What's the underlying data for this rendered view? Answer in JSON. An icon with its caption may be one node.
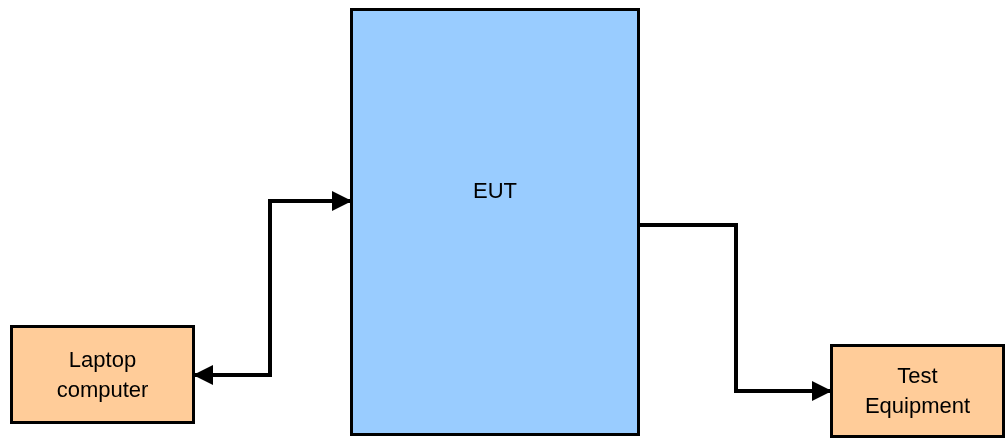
{
  "diagram": {
    "nodes": [
      {
        "text": [
          "EUT"
        ]
      },
      {
        "text": [
          "Laptop computer"
        ]
      },
      {
        "text": [
          "Test Equipment"
        ]
      }
    ],
    "edges": [
      {
        "from": 1,
        "to": 0,
        "arrow": "both"
      },
      {
        "from": 0,
        "to": 2,
        "arrow": "to"
      }
    ]
  }
}
